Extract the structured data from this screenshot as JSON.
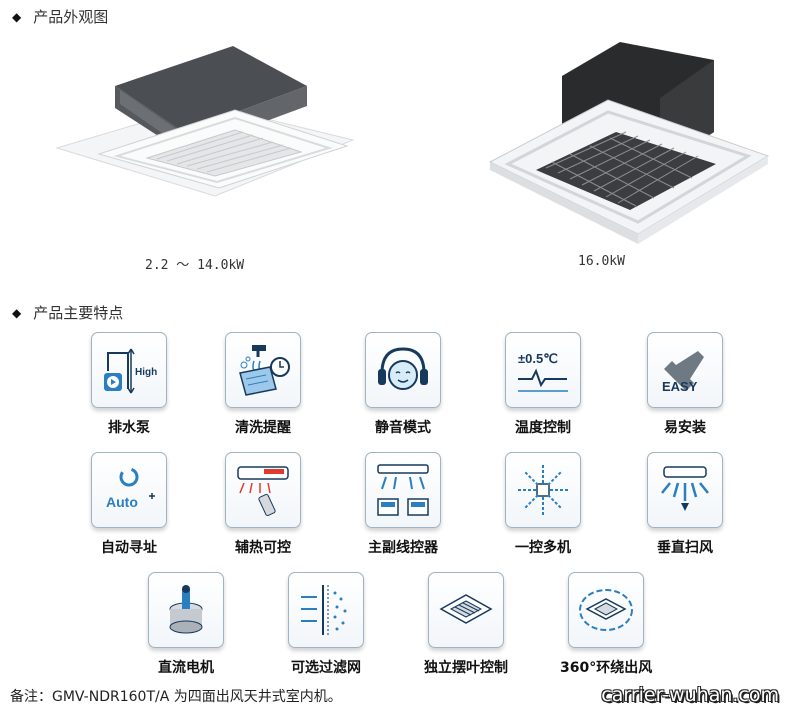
{
  "section_appearance": {
    "bullet": "◆",
    "title": "产品外观图"
  },
  "products": [
    {
      "caption": "2.2 ～ 14.0kW"
    },
    {
      "caption": "16.0kW"
    }
  ],
  "section_features": {
    "bullet": "◆",
    "title": "产品主要特点"
  },
  "features": [
    {
      "label": "排水泵",
      "icon": "drain-pump-icon",
      "icon_text": "High"
    },
    {
      "label": "清洗提醒",
      "icon": "cleaning-reminder-icon"
    },
    {
      "label": "静音模式",
      "icon": "quiet-mode-icon"
    },
    {
      "label": "温度控制",
      "icon": "temperature-control-icon",
      "icon_text": "±0.5℃"
    },
    {
      "label": "易安装",
      "icon": "easy-install-icon",
      "icon_text": "EASY"
    },
    {
      "label": "自动寻址",
      "icon": "auto-address-icon",
      "icon_text": "Auto"
    },
    {
      "label": "辅热可控",
      "icon": "aux-heat-icon"
    },
    {
      "label": "主副线控器",
      "icon": "master-slave-controller-icon"
    },
    {
      "label": "一控多机",
      "icon": "one-to-many-icon"
    },
    {
      "label": "垂直扫风",
      "icon": "vertical-swing-icon"
    },
    {
      "label": "直流电机",
      "icon": "dc-motor-icon"
    },
    {
      "label": "可选过滤网",
      "icon": "filter-icon"
    },
    {
      "label": "独立摆叶控制",
      "icon": "louver-control-icon"
    },
    {
      "label": "360°环绕出风",
      "icon": "surround-airflow-icon"
    }
  ],
  "note": "备注：GMV-NDR160T/A 为四面出风天井式室内机。",
  "watermark": "carrier-wuhan.com",
  "colors": {
    "icon_blue": "#2a7fc0",
    "icon_dark": "#173a5c",
    "border": "#9fb3c2"
  }
}
